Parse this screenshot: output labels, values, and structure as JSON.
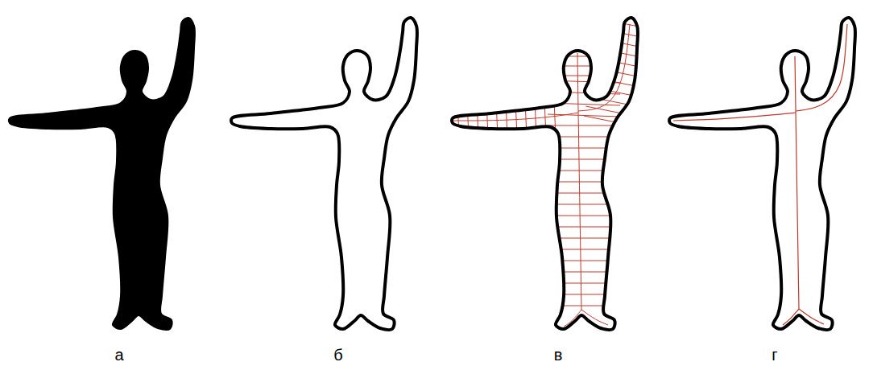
{
  "diagram": {
    "labels": [
      "а",
      "б",
      "в",
      "г"
    ]
  }
}
